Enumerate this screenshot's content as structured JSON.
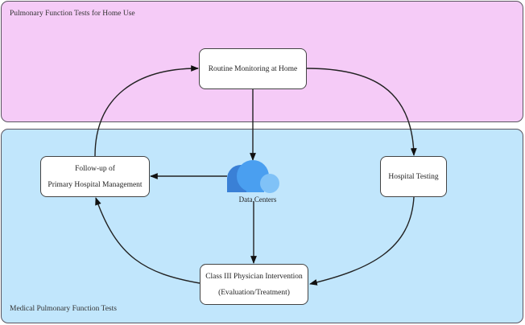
{
  "panels": {
    "home": {
      "label": "Pulmonary Function Tests for Home Use",
      "color": "#f5cbf7"
    },
    "medical": {
      "label": "Medical Pulmonary Function Tests",
      "color": "#c1e6fc"
    }
  },
  "nodes": {
    "routine": {
      "lines": [
        "Routine Monitoring at Home"
      ]
    },
    "followup": {
      "lines": [
        "Follow-up of",
        "Primary Hospital Management"
      ]
    },
    "hospital": {
      "lines": [
        "Hospital Testing"
      ]
    },
    "class3": {
      "lines": [
        "Class III Physician Intervention",
        "(Evaluation/Treatment)"
      ]
    }
  },
  "cloud": {
    "icon": "cloud-icon",
    "label": "Data Centers",
    "colors": {
      "dark": "#3a80d6",
      "main": "#4a9ff0",
      "light": "#80c2f7"
    }
  },
  "edges": [
    {
      "from": "Routine Monitoring at Home",
      "to": "Hospital Testing"
    },
    {
      "from": "Routine Monitoring at Home",
      "to": "Data Centers"
    },
    {
      "from": "Data Centers",
      "to": "Follow-up of Primary Hospital Management"
    },
    {
      "from": "Data Centers",
      "to": "Class III Physician Intervention"
    },
    {
      "from": "Hospital Testing",
      "to": "Class III Physician Intervention"
    },
    {
      "from": "Class III Physician Intervention",
      "to": "Follow-up of Primary Hospital Management"
    },
    {
      "from": "Follow-up of Primary Hospital Management",
      "to": "Routine Monitoring at Home"
    }
  ]
}
